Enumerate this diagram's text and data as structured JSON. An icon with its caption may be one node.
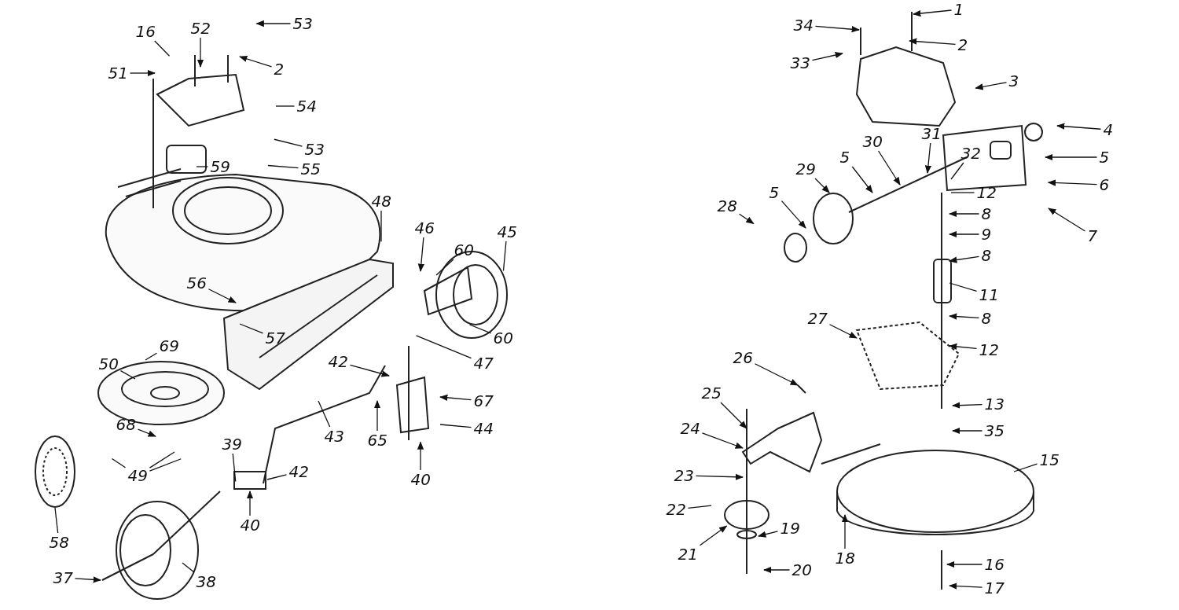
{
  "diagram": {
    "nodes": [
      {
        "text": [
          "16"
        ]
      },
      {
        "text": [
          "52"
        ]
      },
      {
        "text": [
          "53"
        ]
      },
      {
        "text": [
          "2"
        ]
      },
      {
        "text": [
          "51"
        ]
      },
      {
        "text": [
          "54"
        ]
      },
      {
        "text": [
          "53"
        ]
      },
      {
        "text": [
          "55"
        ]
      },
      {
        "text": [
          "59"
        ]
      },
      {
        "text": [
          "48"
        ]
      },
      {
        "text": [
          "46"
        ]
      },
      {
        "text": [
          "60"
        ]
      },
      {
        "text": [
          "45"
        ]
      },
      {
        "text": [
          "56"
        ]
      },
      {
        "text": [
          "57"
        ]
      },
      {
        "text": [
          "60"
        ]
      },
      {
        "text": [
          "47"
        ]
      },
      {
        "text": [
          "50"
        ]
      },
      {
        "text": [
          "69"
        ]
      },
      {
        "text": [
          "42"
        ]
      },
      {
        "text": [
          "67"
        ]
      },
      {
        "text": [
          "43"
        ]
      },
      {
        "text": [
          "65"
        ]
      },
      {
        "text": [
          "44"
        ]
      },
      {
        "text": [
          "68"
        ]
      },
      {
        "text": [
          "49"
        ]
      },
      {
        "text": [
          "40"
        ]
      },
      {
        "text": [
          "39"
        ]
      },
      {
        "text": [
          "42"
        ]
      },
      {
        "text": [
          "40"
        ]
      },
      {
        "text": [
          "58"
        ]
      },
      {
        "text": [
          "37"
        ]
      },
      {
        "text": [
          "38"
        ]
      },
      {
        "text": [
          "34"
        ]
      },
      {
        "text": [
          "1"
        ]
      },
      {
        "text": [
          "33"
        ]
      },
      {
        "text": [
          "2"
        ]
      },
      {
        "text": [
          "3"
        ]
      },
      {
        "text": [
          "4"
        ]
      },
      {
        "text": [
          "5"
        ]
      },
      {
        "text": [
          "30"
        ]
      },
      {
        "text": [
          "31"
        ]
      },
      {
        "text": [
          "32"
        ]
      },
      {
        "text": [
          "29"
        ]
      },
      {
        "text": [
          "5"
        ]
      },
      {
        "text": [
          "12"
        ]
      },
      {
        "text": [
          "6"
        ]
      },
      {
        "text": [
          "7"
        ]
      },
      {
        "text": [
          "28"
        ]
      },
      {
        "text": [
          "5"
        ]
      },
      {
        "text": [
          "8"
        ]
      },
      {
        "text": [
          "9"
        ]
      },
      {
        "text": [
          "8"
        ]
      },
      {
        "text": [
          "11"
        ]
      },
      {
        "text": [
          "8"
        ]
      },
      {
        "text": [
          "27"
        ]
      },
      {
        "text": [
          "12"
        ]
      },
      {
        "text": [
          "26"
        ]
      },
      {
        "text": [
          "25"
        ]
      },
      {
        "text": [
          "13"
        ]
      },
      {
        "text": [
          "35"
        ]
      },
      {
        "text": [
          "24"
        ]
      },
      {
        "text": [
          "15"
        ]
      },
      {
        "text": [
          "23"
        ]
      },
      {
        "text": [
          "22"
        ]
      },
      {
        "text": [
          "19"
        ]
      },
      {
        "text": [
          "21"
        ]
      },
      {
        "text": [
          "18"
        ]
      },
      {
        "text": [
          "20"
        ]
      },
      {
        "text": [
          "16"
        ]
      },
      {
        "text": [
          "17"
        ]
      }
    ],
    "edges": [
      {
        "from": 0,
        "to": null,
        "arrow": "none"
      },
      {
        "from": 1,
        "to": null,
        "arrow": "to"
      },
      {
        "from": 2,
        "to": null,
        "arrow": "to"
      },
      {
        "from": 3,
        "to": null,
        "arrow": "to"
      },
      {
        "from": 4,
        "to": null,
        "arrow": "to"
      },
      {
        "from": 5,
        "to": null,
        "arrow": "none"
      },
      {
        "from": 6,
        "to": null,
        "arrow": "none"
      },
      {
        "from": 7,
        "to": null,
        "arrow": "none"
      },
      {
        "from": 8,
        "to": null,
        "arrow": "none"
      },
      {
        "from": 9,
        "to": null,
        "arrow": "none"
      },
      {
        "from": 10,
        "to": null,
        "arrow": "to"
      },
      {
        "from": 11,
        "to": null,
        "arrow": "none"
      },
      {
        "from": 12,
        "to": null,
        "arrow": "none"
      },
      {
        "from": 13,
        "to": null,
        "arrow": "to"
      },
      {
        "from": 14,
        "to": null,
        "arrow": "none"
      },
      {
        "from": 15,
        "to": null,
        "arrow": "none"
      },
      {
        "from": 16,
        "to": null,
        "arrow": "none"
      },
      {
        "from": 17,
        "to": null,
        "arrow": "none"
      },
      {
        "from": 18,
        "to": null,
        "arrow": "none"
      },
      {
        "from": 19,
        "to": null,
        "arrow": "to"
      },
      {
        "from": 20,
        "to": null,
        "arrow": "to"
      },
      {
        "from": 21,
        "to": null,
        "arrow": "none"
      },
      {
        "from": 22,
        "to": null,
        "arrow": "to"
      },
      {
        "from": 23,
        "to": null,
        "arrow": "none"
      },
      {
        "from": 24,
        "to": null,
        "arrow": "to"
      },
      {
        "from": 25,
        "to": null,
        "arrow": "none"
      },
      {
        "from": 25,
        "to": null,
        "arrow": "none"
      },
      {
        "from": 25,
        "to": null,
        "arrow": "none"
      },
      {
        "from": 26,
        "to": null,
        "arrow": "to"
      },
      {
        "from": 27,
        "to": null,
        "arrow": "none"
      },
      {
        "from": 28,
        "to": null,
        "arrow": "none"
      },
      {
        "from": 29,
        "to": null,
        "arrow": "to"
      },
      {
        "from": 30,
        "to": null,
        "arrow": "none"
      },
      {
        "from": 31,
        "to": null,
        "arrow": "to"
      },
      {
        "from": 32,
        "to": null,
        "arrow": "none"
      },
      {
        "from": 33,
        "to": null,
        "arrow": "to"
      },
      {
        "from": 34,
        "to": null,
        "arrow": "to"
      },
      {
        "from": 35,
        "to": null,
        "arrow": "to"
      },
      {
        "from": 36,
        "to": null,
        "arrow": "to"
      },
      {
        "from": 37,
        "to": null,
        "arrow": "to"
      },
      {
        "from": 38,
        "to": null,
        "arrow": "to"
      },
      {
        "from": 39,
        "to": null,
        "arrow": "to"
      },
      {
        "from": 40,
        "to": null,
        "arrow": "to"
      },
      {
        "from": 41,
        "to": null,
        "arrow": "to"
      },
      {
        "from": 42,
        "to": null,
        "arrow": "none"
      },
      {
        "from": 43,
        "to": null,
        "arrow": "to"
      },
      {
        "from": 44,
        "to": null,
        "arrow": "to"
      },
      {
        "from": 45,
        "to": null,
        "arrow": "none"
      },
      {
        "from": 46,
        "to": null,
        "arrow": "to"
      },
      {
        "from": 47,
        "to": null,
        "arrow": "to"
      },
      {
        "from": 48,
        "to": null,
        "arrow": "to"
      },
      {
        "from": 49,
        "to": null,
        "arrow": "to"
      },
      {
        "from": 50,
        "to": null,
        "arrow": "to"
      },
      {
        "from": 51,
        "to": null,
        "arrow": "to"
      },
      {
        "from": 52,
        "to": null,
        "arrow": "to"
      },
      {
        "from": 53,
        "to": null,
        "arrow": "none"
      },
      {
        "from": 54,
        "to": null,
        "arrow": "to"
      },
      {
        "from": 55,
        "to": null,
        "arrow": "to"
      },
      {
        "from": 56,
        "to": null,
        "arrow": "to"
      },
      {
        "from": 57,
        "to": null,
        "arrow": "to"
      },
      {
        "from": 58,
        "to": null,
        "arrow": "to"
      },
      {
        "from": 59,
        "to": null,
        "arrow": "to"
      },
      {
        "from": 60,
        "to": null,
        "arrow": "to"
      },
      {
        "from": 61,
        "to": null,
        "arrow": "to"
      },
      {
        "from": 62,
        "to": null,
        "arrow": "none"
      },
      {
        "from": 63,
        "to": null,
        "arrow": "to"
      },
      {
        "from": 64,
        "to": null,
        "arrow": "none"
      },
      {
        "from": 65,
        "to": null,
        "arrow": "to"
      },
      {
        "from": 66,
        "to": null,
        "arrow": "to"
      },
      {
        "from": 67,
        "to": null,
        "arrow": "to"
      },
      {
        "from": 68,
        "to": null,
        "arrow": "to"
      },
      {
        "from": 69,
        "to": null,
        "arrow": "to"
      },
      {
        "from": 70,
        "to": null,
        "arrow": "to"
      }
    ]
  }
}
